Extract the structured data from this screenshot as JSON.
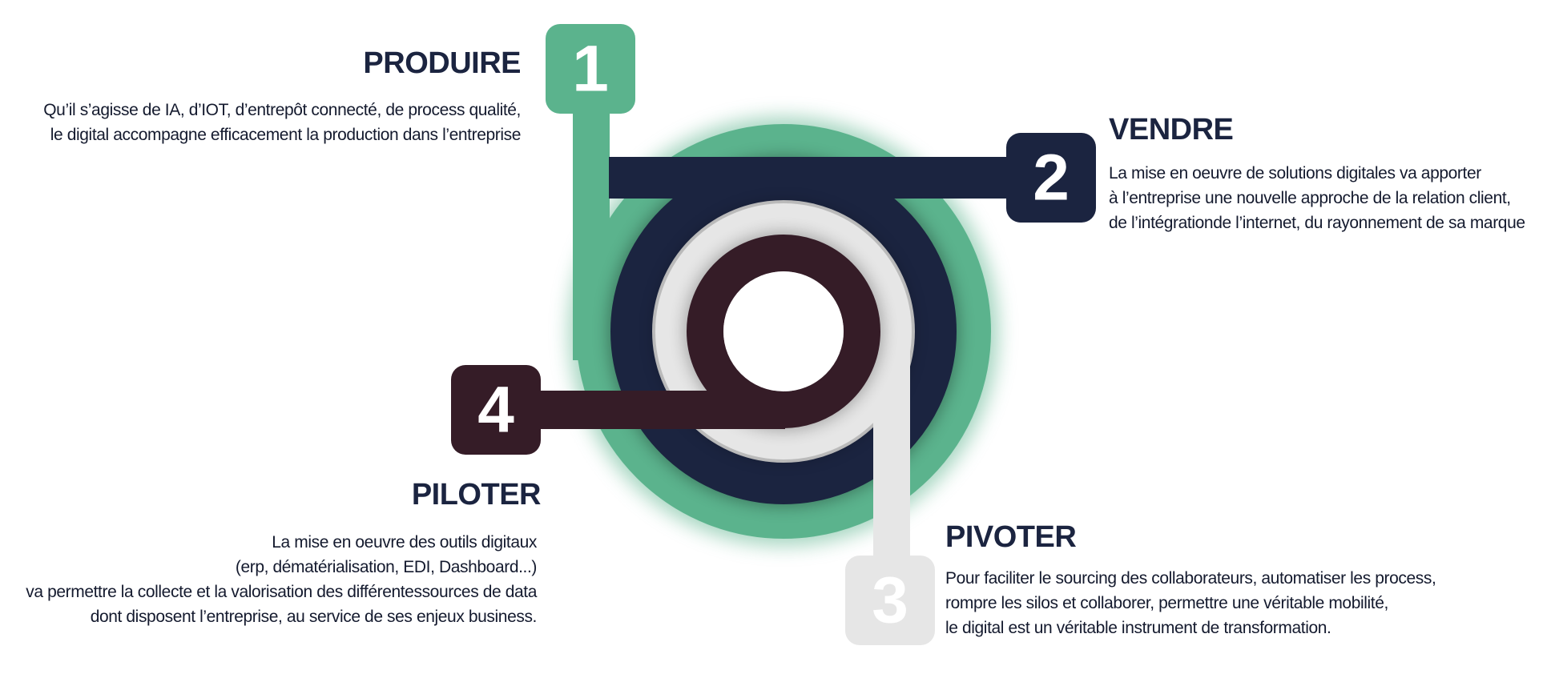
{
  "colors": {
    "green": "#5bb38d",
    "navy": "#1b2440",
    "light_gray": "#e6e6e6",
    "plum": "#351c27",
    "text": "#141a2e"
  },
  "steps": [
    {
      "number": "1",
      "title": "PRODUIRE",
      "lines": [
        "Qu’il s’agisse de IA, d’IOT, d’entrepôt connecté, de process qualité,",
        "le digital accompagne efficacement la production dans l’entreprise"
      ]
    },
    {
      "number": "2",
      "title": "VENDRE",
      "lines": [
        "La mise en oeuvre de solutions digitales va apporter",
        "à l’entreprise une nouvelle approche de la relation client,",
        "de l’intégrationde l’internet, du rayonnement de sa marque"
      ]
    },
    {
      "number": "3",
      "title": "PIVOTER",
      "lines": [
        "Pour faciliter le sourcing des collaborateurs, automatiser les process,",
        "rompre les silos et collaborer, permettre une véritable mobilité,",
        "le digital est un véritable instrument de transformation."
      ]
    },
    {
      "number": "4",
      "title": "PILOTER",
      "lines": [
        "La mise en oeuvre des outils digitaux",
        "(erp, dématérialisation, EDI, Dashboard...)",
        "va permettre la collecte et la valorisation des différentessources de data",
        "dont disposent l’entreprise, au service de ses enjeux business."
      ]
    }
  ]
}
